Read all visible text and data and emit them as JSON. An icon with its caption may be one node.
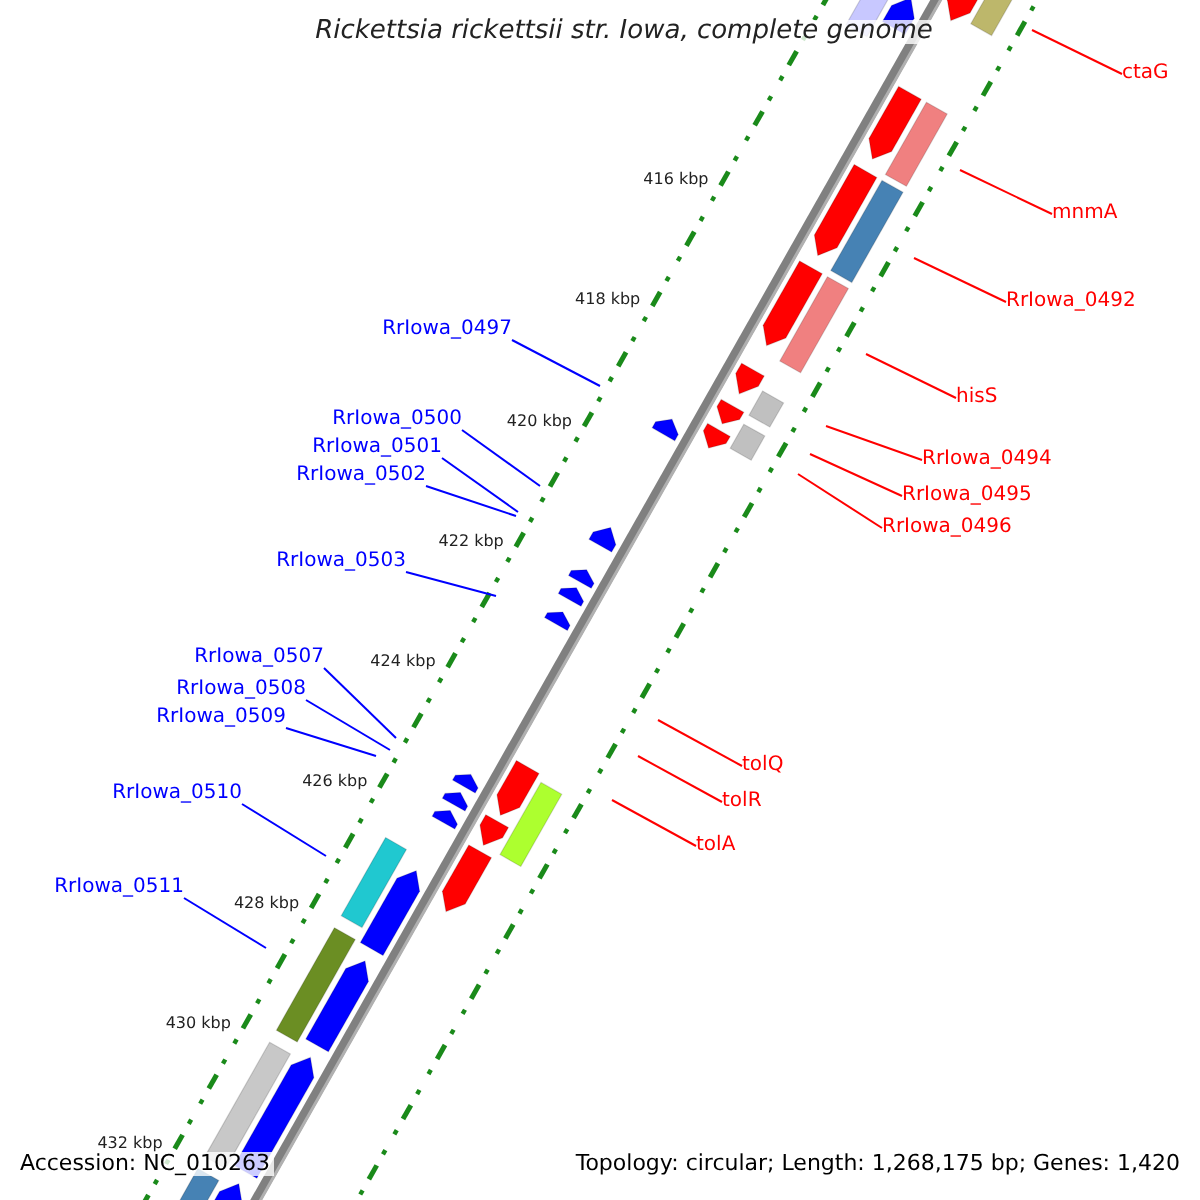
{
  "diagram": {
    "title": "Rickettsia rickettsii str. Iowa, complete genome",
    "nodes": [
      {
        "text": [
          "ctaG"
        ]
      },
      {
        "text": [
          "mnmA"
        ]
      },
      {
        "text": [
          "RrIowa_0492"
        ]
      },
      {
        "text": [
          "RrIowa_0497"
        ]
      },
      {
        "text": [
          "hisS"
        ]
      },
      {
        "text": [
          "RrIowa_0500"
        ]
      },
      {
        "text": [
          "RrIowa_0494"
        ]
      },
      {
        "text": [
          "RrIowa_0501"
        ]
      },
      {
        "text": [
          "RrIowa_0495"
        ]
      },
      {
        "text": [
          "RrIowa_0502"
        ]
      },
      {
        "text": [
          "RrIowa_0496"
        ]
      },
      {
        "text": [
          "RrIowa_0503"
        ]
      },
      {
        "text": [
          "RrIowa_0507"
        ]
      },
      {
        "text": [
          "RrIowa_0508"
        ]
      },
      {
        "text": [
          "RrIowa_0509"
        ]
      },
      {
        "text": [
          "tolQ"
        ]
      },
      {
        "text": [
          "tolR"
        ]
      },
      {
        "text": [
          "RrIowa_0510"
        ]
      },
      {
        "text": [
          "tolA"
        ]
      },
      {
        "text": [
          "RrIowa_0511"
        ]
      }
    ],
    "edges": [
      {
        "from": 0,
        "to": null,
        "arrow": "none"
      },
      {
        "from": 1,
        "to": null,
        "arrow": "none"
      },
      {
        "from": 2,
        "to": null,
        "arrow": "none"
      },
      {
        "from": 3,
        "to": null,
        "arrow": "none",
        "color": "#0000ff"
      },
      {
        "from": 4,
        "to": null,
        "arrow": "none"
      },
      {
        "from": 5,
        "to": null,
        "arrow": "none",
        "color": "#0000ff"
      },
      {
        "from": 6,
        "to": null,
        "arrow": "none"
      },
      {
        "from": 7,
        "to": null,
        "arrow": "none",
        "color": "#0000ff"
      },
      {
        "from": 8,
        "to": null,
        "arrow": "none"
      },
      {
        "from": 9,
        "to": null,
        "arrow": "none",
        "color": "#0000ff"
      },
      {
        "from": 10,
        "to": null,
        "arrow": "none"
      },
      {
        "from": 11,
        "to": null,
        "arrow": "none",
        "color": "#0000ff"
      },
      {
        "from": 12,
        "to": null,
        "arrow": "none",
        "color": "#0000ff"
      },
      {
        "from": 13,
        "to": null,
        "arrow": "none",
        "color": "#0000ff"
      },
      {
        "from": 14,
        "to": null,
        "arrow": "none",
        "color": "#0000ff"
      },
      {
        "from": 15,
        "to": null,
        "arrow": "none"
      },
      {
        "from": 16,
        "to": null,
        "arrow": "none"
      },
      {
        "from": 17,
        "to": null,
        "arrow": "none",
        "color": "#0000ff"
      },
      {
        "from": 18,
        "to": null,
        "arrow": "none"
      },
      {
        "from": 19,
        "to": null,
        "arrow": "none",
        "color": "#0000ff"
      }
    ],
    "labels": [
      "416 kbp",
      "418 kbp",
      "420 kbp",
      "422 kbp",
      "424 kbp",
      "426 kbp",
      "428 kbp",
      "430 kbp",
      "432 kbp",
      "Accession: NC_010263",
      "Topology: circular; Length: 1,268,175 bp; Genes: 1,420"
    ]
  }
}
